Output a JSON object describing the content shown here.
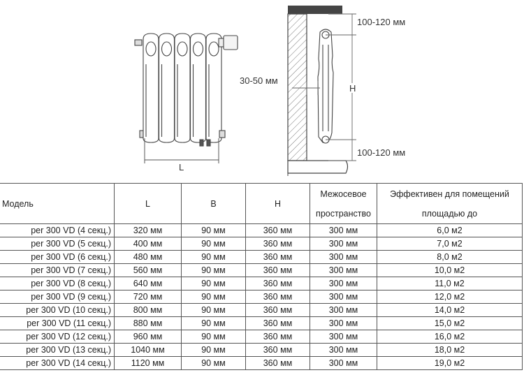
{
  "figure": {
    "label_l": "L",
    "label_h": "H",
    "label_top_gap": "100-120 мм",
    "label_bottom_gap": "100-120 мм",
    "label_wall_gap": "30-50 мм"
  },
  "table": {
    "headers": {
      "model": "Модель",
      "l": "L",
      "b": "B",
      "h": "H",
      "axis_1": "Межосевое",
      "axis_2": "пространство",
      "area_1": "Эффективен для помещений",
      "area_2": "площадью до"
    },
    "rows": [
      {
        "model": "per 300 VD (4 секц.)",
        "l": "320 мм",
        "b": "90 мм",
        "h": "360 мм",
        "axis": "300 мм",
        "area": "6,0 м2"
      },
      {
        "model": "per 300 VD (5 секц.)",
        "l": "400 мм",
        "b": "90 мм",
        "h": "360 мм",
        "axis": "300 мм",
        "area": "7,0 м2"
      },
      {
        "model": "per 300 VD (6 секц.)",
        "l": "480 мм",
        "b": "90 мм",
        "h": "360 мм",
        "axis": "300 мм",
        "area": "8,0 м2"
      },
      {
        "model": "per 300 VD (7 секц.)",
        "l": "560 мм",
        "b": "90 мм",
        "h": "360 мм",
        "axis": "300 мм",
        "area": "10,0 м2"
      },
      {
        "model": "per 300 VD (8 секц.)",
        "l": "640 мм",
        "b": "90 мм",
        "h": "360 мм",
        "axis": "300 мм",
        "area": "11,0 м2"
      },
      {
        "model": "per 300 VD (9 секц.)",
        "l": "720 мм",
        "b": "90 мм",
        "h": "360 мм",
        "axis": "300 мм",
        "area": "12,0 м2"
      },
      {
        "model": "per 300 VD (10 секц.)",
        "l": "800 мм",
        "b": "90 мм",
        "h": "360 мм",
        "axis": "300 мм",
        "area": "14,0 м2"
      },
      {
        "model": "per 300 VD (11 секц.)",
        "l": "880 мм",
        "b": "90 мм",
        "h": "360 мм",
        "axis": "300 мм",
        "area": "15,0 м2"
      },
      {
        "model": "per 300 VD (12 секц.)",
        "l": "960 мм",
        "b": "90 мм",
        "h": "360 мм",
        "axis": "300 мм",
        "area": "16,0 м2"
      },
      {
        "model": "per 300 VD (13 секц.)",
        "l": "1040 мм",
        "b": "90 мм",
        "h": "360 мм",
        "axis": "300 мм",
        "area": "18,0 м2"
      },
      {
        "model": "per 300 VD (14 секц.)",
        "l": "1120 мм",
        "b": "90 мм",
        "h": "360 мм",
        "axis": "300 мм",
        "area": "19,0 м2"
      }
    ]
  }
}
